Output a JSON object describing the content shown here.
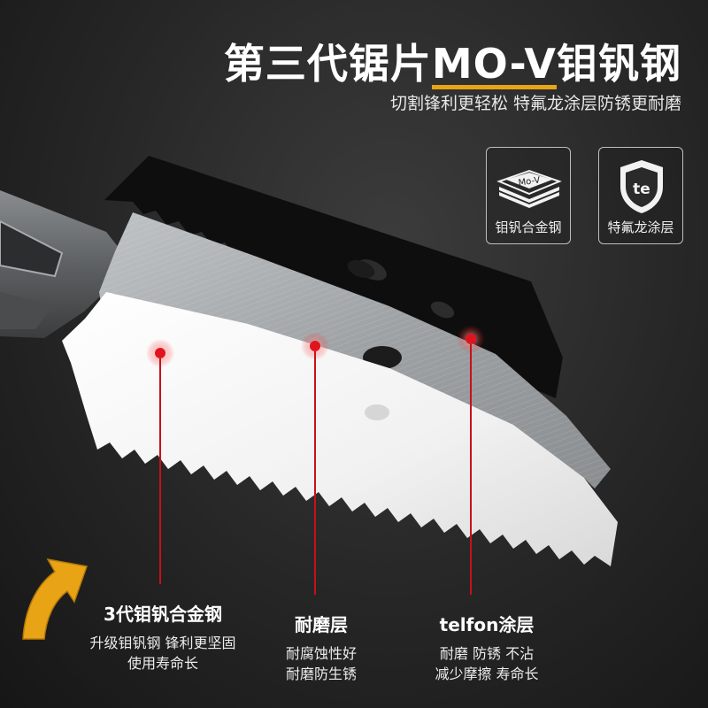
{
  "title": {
    "part1": "第三代锯片",
    "highlight": "MO-V",
    "part2": "钼钒钢"
  },
  "subtitle": "切割锋利更轻松 特氟龙涂层防锈更耐磨",
  "badges": [
    {
      "icon": "metal-plates-icon",
      "icon_text": "Mo-V",
      "label": "钼钒合金钢"
    },
    {
      "icon": "shield-icon",
      "icon_text": "te",
      "label": "特氟龙涂层"
    }
  ],
  "callouts": [
    {
      "title": "3代钼钒合金钢",
      "line1": "升级钼钒钢 锋利更坚固",
      "line2": "使用寿命长"
    },
    {
      "title": "耐磨层",
      "line1": "耐腐蚀性好",
      "line2": "耐磨防生锈"
    },
    {
      "title": "telfon涂层",
      "line1": "耐磨 防锈 不沾",
      "line2": "减少摩擦 寿命长"
    }
  ],
  "colors": {
    "accent": "#e9a416",
    "marker_red": "#e0141e",
    "background": "#262626"
  }
}
